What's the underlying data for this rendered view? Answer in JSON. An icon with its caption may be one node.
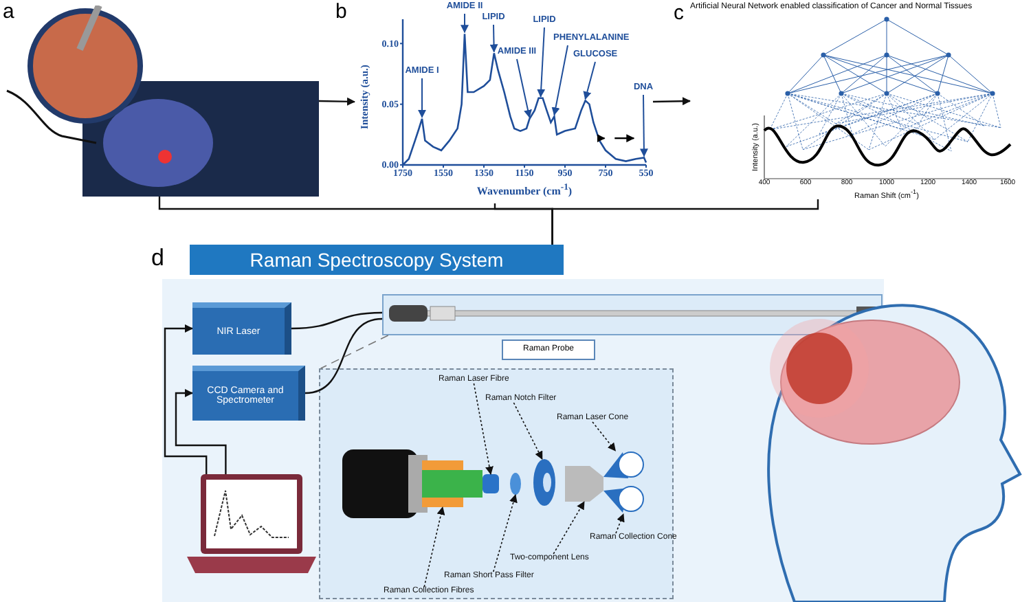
{
  "diagram": {
    "nodes": [
      {
        "text": [],
        "shape": "picture"
      },
      {
        "text": [],
        "shape": "picture"
      },
      {
        "text": [
          "Artificial Neural Network enabled classification of Cancer and Normal Tissues"
        ]
      },
      {
        "text": [
          "Raman Spectroscopy System"
        ]
      },
      {
        "text": [
          "NIR Laser"
        ]
      },
      {
        "text": [
          "CCD Camera and Spectrometer"
        ]
      },
      {
        "text": [],
        "shape": "picture"
      },
      {
        "text": [],
        "shape": "picture"
      },
      {
        "text": [
          "Raman Probe"
        ]
      },
      {
        "text": [],
        "shape": "picture"
      },
      {
        "text": [],
        "shape": "box"
      },
      {
        "text": [
          "Raman Laser Fibre"
        ],
        "in": 10
      },
      {
        "text": [
          "Raman Notch Filter"
        ],
        "in": 10
      },
      {
        "text": [
          "Raman Laser Cone"
        ],
        "in": 10
      },
      {
        "text": [
          "Raman Collection Cone"
        ],
        "in": 10
      },
      {
        "text": [
          "Two-component Lens"
        ],
        "in": 10
      },
      {
        "text": [
          "Raman Short Pass Filter"
        ],
        "in": 10
      },
      {
        "text": [
          "Raman Collection Fibres"
        ],
        "in": 10
      },
      {
        "text": [],
        "shape": "picture",
        "in": 10
      },
      {
        "text": [],
        "shape": "cylinder",
        "in": 10
      },
      {
        "text": [],
        "shape": "disc",
        "in": 10
      },
      {
        "text": [],
        "shape": "picture",
        "in": 10
      },
      {
        "text": [],
        "shape": "lens",
        "in": 10
      },
      {
        "text": [],
        "shape": "picture",
        "in": 10
      },
      {
        "text": [],
        "shape": "picture",
        "in": 10
      }
    ],
    "edges": [
      {
        "from": 0,
        "to": 1,
        "arrow": "to"
      },
      {
        "from": 1,
        "to": 2,
        "arrow": "to"
      },
      {
        "from": 4,
        "to": 7,
        "arrow": "none"
      },
      {
        "from": 5,
        "to": 7,
        "arrow": "none"
      },
      {
        "from": 6,
        "to": 4,
        "arrow": "to"
      },
      {
        "from": 6,
        "to": 5,
        "arrow": "to"
      },
      {
        "from": 11,
        "to": 19,
        "arrow": "to",
        "style": "dashed"
      },
      {
        "from": 12,
        "to": 21,
        "arrow": "to",
        "style": "dashed"
      },
      {
        "from": 13,
        "to": 23,
        "arrow": "to",
        "style": "dashed"
      },
      {
        "from": 14,
        "to": 24,
        "arrow": "to",
        "style": "dashed"
      },
      {
        "from": 15,
        "to": 22,
        "arrow": "to",
        "style": "dashed"
      },
      {
        "from": 16,
        "to": 20,
        "arrow": "to",
        "style": "dashed"
      },
      {
        "from": 17,
        "to": 18,
        "arrow": "to",
        "style": "dashed"
      },
      {
        "from": 0,
        "to": 3,
        "arrow": "none"
      },
      {
        "from": 1,
        "to": 3,
        "arrow": "none"
      },
      {
        "from": 2,
        "to": 3,
        "arrow": "none"
      },
      {
        "from": 7,
        "to": 10,
        "arrow": "none",
        "style": "dashed",
        "color": "#777777"
      }
    ],
    "labels": [
      "a",
      "b",
      "c",
      "Intensity (a.u.)",
      "400",
      "600",
      "800",
      "1000",
      "1200",
      "1400",
      "1600",
      "Raman Shift (cm$^{-1}$)",
      "d"
    ],
    "chart_data": {
      "type": "line",
      "xlabel": "Wavenumber (cm$^{-1}$)",
      "ylabel": "Intensity (a.u.)",
      "x": [
        1750,
        1720,
        1690,
        1670,
        1655,
        1640,
        1600,
        1560,
        1520,
        1480,
        1460,
        1445,
        1430,
        1400,
        1350,
        1320,
        1300,
        1280,
        1250,
        1220,
        1200,
        1170,
        1140,
        1125,
        1100,
        1080,
        1060,
        1040,
        1020,
        1003,
        990,
        950,
        900,
        870,
        850,
        830,
        810,
        780,
        750,
        700,
        650,
        600,
        560,
        550
      ],
      "series": [
        {
          "color": "#1f4e9a",
          "values": [
            0.0,
            0.005,
            0.02,
            0.03,
            0.038,
            0.02,
            0.015,
            0.012,
            0.02,
            0.03,
            0.05,
            0.108,
            0.06,
            0.06,
            0.065,
            0.07,
            0.092,
            0.078,
            0.06,
            0.04,
            0.03,
            0.028,
            0.03,
            0.038,
            0.045,
            0.055,
            0.055,
            0.045,
            0.035,
            0.04,
            0.025,
            0.028,
            0.03,
            0.045,
            0.053,
            0.05,
            0.035,
            0.02,
            0.012,
            0.005,
            0.003,
            0.005,
            0.006,
            0.002
          ]
        }
      ],
      "xlim": [
        1750,
        550
      ],
      "ylim": [
        0,
        0.12
      ],
      "xticks": [
        1750,
        1550,
        1350,
        1150,
        950,
        750,
        550
      ],
      "yticks": [
        {
          "value": 0,
          "label": "0.00"
        },
        {
          "value": 0.05,
          "label": "0.05"
        },
        {
          "value": 0.1,
          "label": "0.10"
        }
      ],
      "annotations": [
        {
          "text": "AMIDE I",
          "x": 1655,
          "y": 0.038
        },
        {
          "text": "AMIDE II",
          "x": 1445,
          "y": 0.108
        },
        {
          "text": "LIPID",
          "x": 1300,
          "y": 0.092
        },
        {
          "text": "AMIDE III",
          "x": 1125,
          "y": 0.038
        },
        {
          "text": "LIPID",
          "x": 1070,
          "y": 0.055
        },
        {
          "text": "PHENYLALANINE",
          "x": 1003,
          "y": 0.04
        },
        {
          "text": "GLUCOSE",
          "x": 850,
          "y": 0.053
        },
        {
          "text": "DNA",
          "x": 560,
          "y": 0.006
        }
      ]
    }
  }
}
